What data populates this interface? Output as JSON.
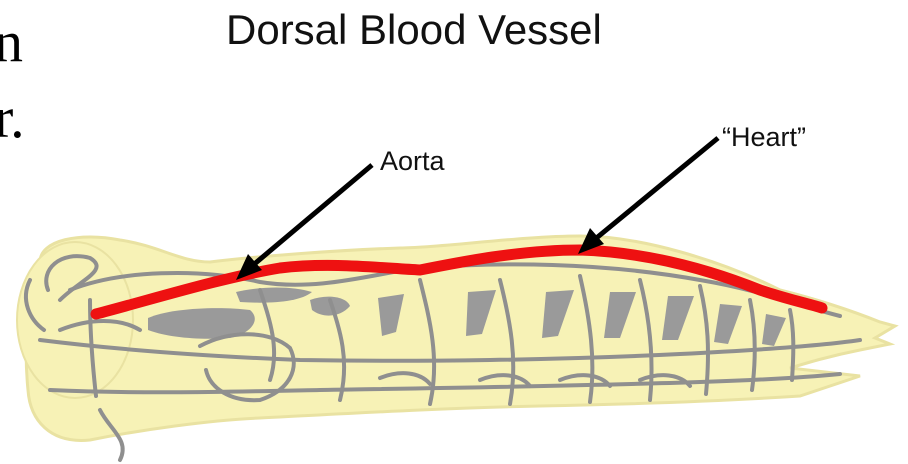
{
  "title": "Dorsal Blood Vessel",
  "cut_text": {
    "line1": "n",
    "line2": "r."
  },
  "labels": {
    "aorta": "Aorta",
    "heart": "“Heart”"
  },
  "colors": {
    "body_fill": "#f7f2b6",
    "body_outline": "#e8e2a0",
    "vessel": "#ee1111",
    "tracheae": "#a9a9a9",
    "gray_organs": "#9a9a9a",
    "arrow": "#000000"
  }
}
